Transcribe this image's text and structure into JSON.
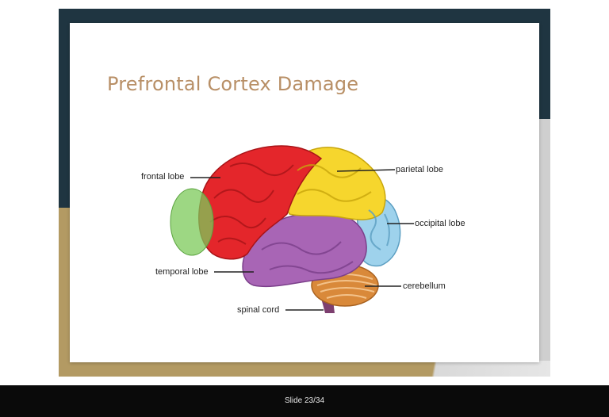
{
  "slide": {
    "title": "Prefrontal Cortex Damage"
  },
  "diagram": {
    "labels": {
      "frontal": "frontal lobe",
      "parietal": "parietal lobe",
      "occipital": "occipital lobe",
      "temporal": "temporal lobe",
      "cerebellum": "cerebellum",
      "spinal": "spinal cord"
    },
    "colors": {
      "frontal": "#e4262b",
      "parietal": "#f6d62d",
      "occipital": "#9ed2ec",
      "temporal": "#a865b5",
      "cerebellum": "#d9893a",
      "highlight": "#7cc95a"
    }
  },
  "footer": {
    "slide_counter": "Slide 23/34"
  }
}
